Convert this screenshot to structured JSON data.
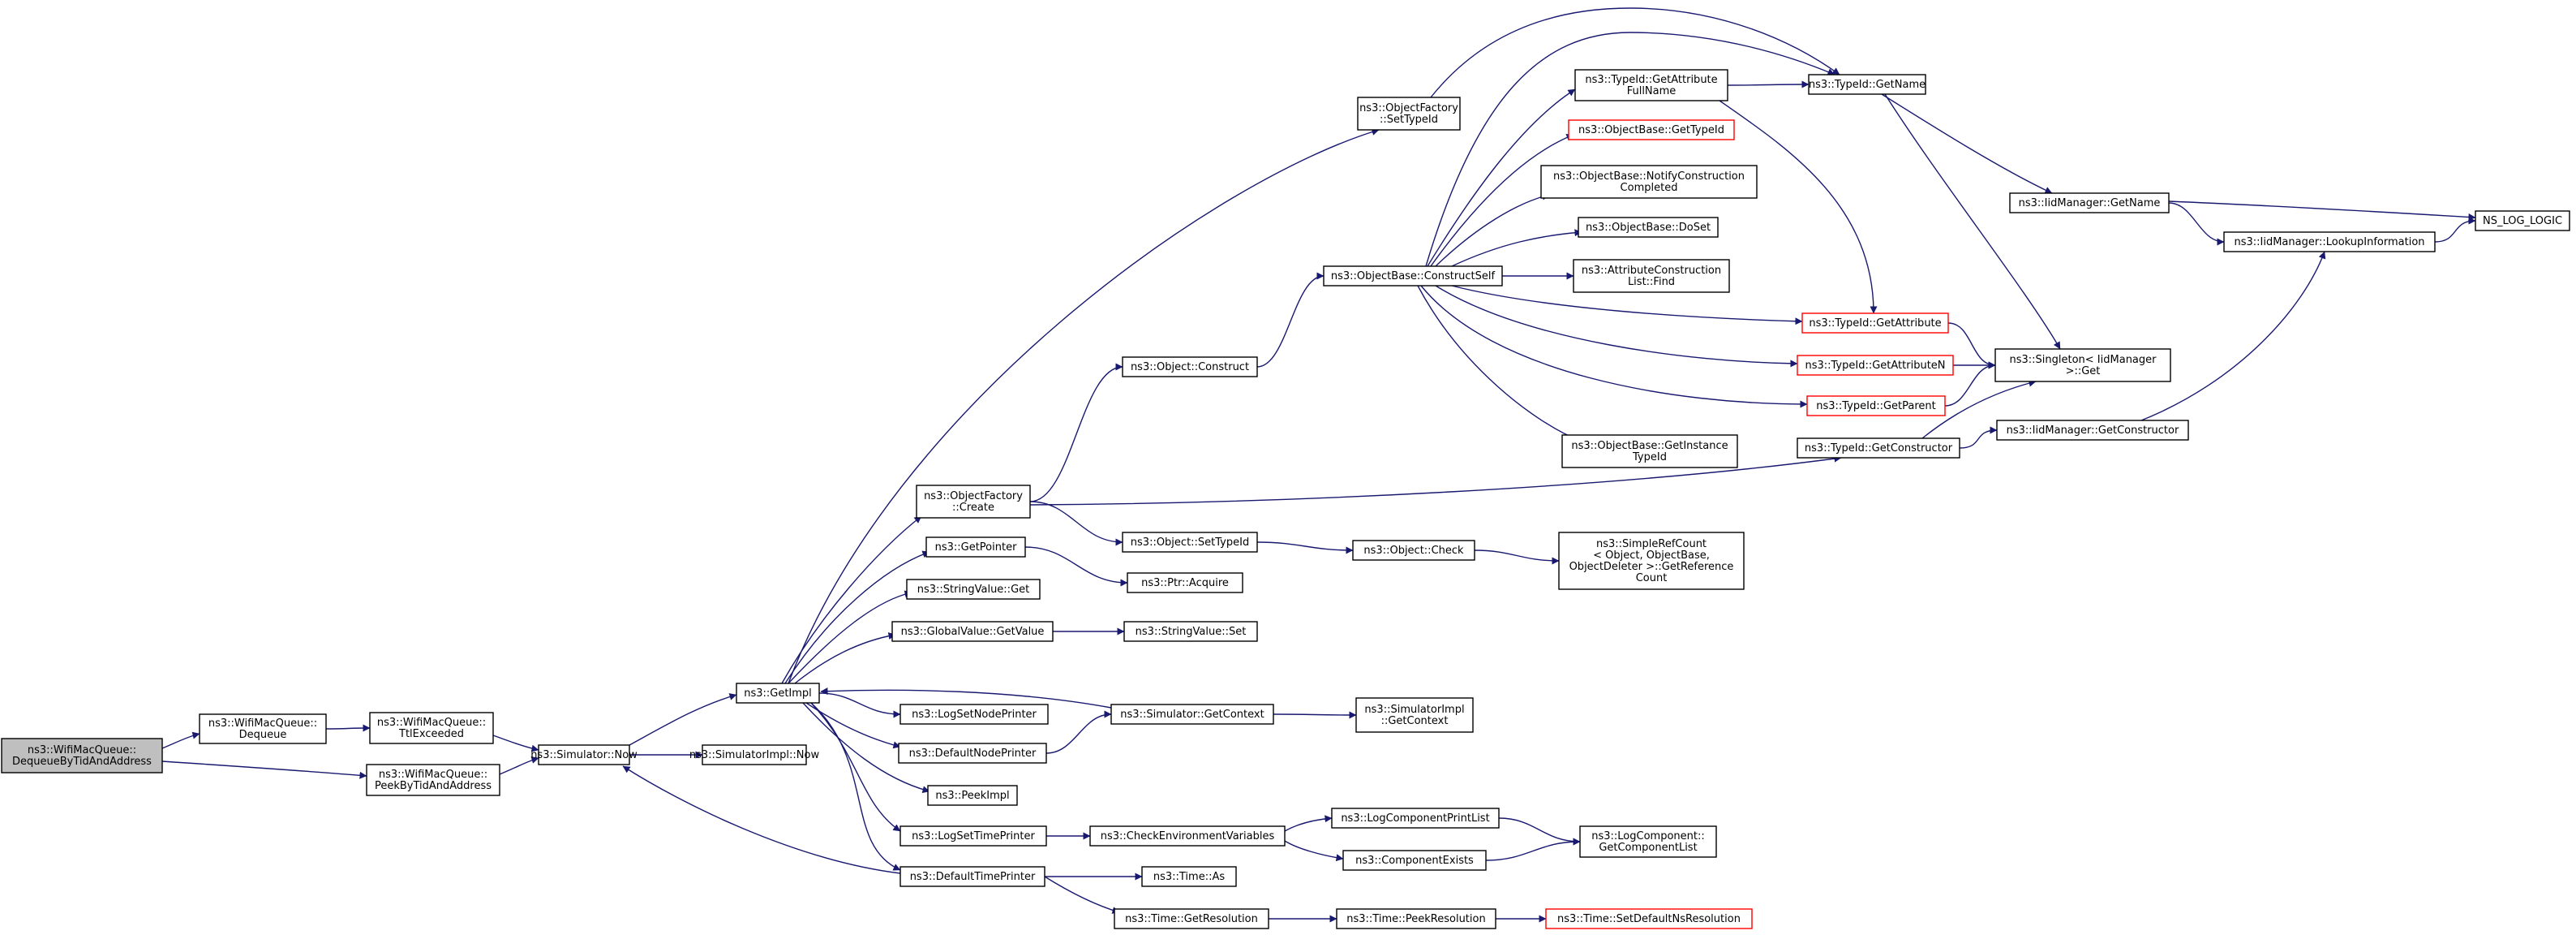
{
  "graph": {
    "edge_color": "#191970",
    "nodes": [
      {
        "id": "dequeue_by_tid",
        "lines": [
          "ns3::WifiMacQueue::",
          "DequeueByTidAndAddress"
        ],
        "root": true
      },
      {
        "id": "dequeue",
        "lines": [
          "ns3::WifiMacQueue::",
          "Dequeue"
        ]
      },
      {
        "id": "ttl_exceeded",
        "lines": [
          "ns3::WifiMacQueue::",
          "TtlExceeded"
        ]
      },
      {
        "id": "peek_by_tid",
        "lines": [
          "ns3::WifiMacQueue::",
          "PeekByTidAndAddress"
        ]
      },
      {
        "id": "sim_now",
        "lines": [
          "ns3::Simulator::Now"
        ]
      },
      {
        "id": "getimpl",
        "lines": [
          "ns3::GetImpl"
        ]
      },
      {
        "id": "simimpl_now",
        "lines": [
          "ns3::SimulatorImpl::Now"
        ]
      },
      {
        "id": "objfactory_settypeid",
        "lines": [
          "ns3::ObjectFactory",
          "::SetTypeId"
        ]
      },
      {
        "id": "objfactory_create",
        "lines": [
          "ns3::ObjectFactory",
          "::Create"
        ]
      },
      {
        "id": "getpointer",
        "lines": [
          "ns3::GetPointer"
        ]
      },
      {
        "id": "stringvalue_get",
        "lines": [
          "ns3::StringValue::Get"
        ]
      },
      {
        "id": "globalvalue_getvalue",
        "lines": [
          "ns3::GlobalValue::GetValue"
        ]
      },
      {
        "id": "logsetnodeprinter",
        "lines": [
          "ns3::LogSetNodePrinter"
        ]
      },
      {
        "id": "defaultnodeprinter",
        "lines": [
          "ns3::DefaultNodePrinter"
        ]
      },
      {
        "id": "peekimpl",
        "lines": [
          "ns3::PeekImpl"
        ]
      },
      {
        "id": "logsettimeprinter",
        "lines": [
          "ns3::LogSetTimePrinter"
        ]
      },
      {
        "id": "defaulttimeprinter",
        "lines": [
          "ns3::DefaultTimePrinter"
        ]
      },
      {
        "id": "object_construct",
        "lines": [
          "ns3::Object::Construct"
        ]
      },
      {
        "id": "object_settypeid",
        "lines": [
          "ns3::Object::SetTypeId"
        ]
      },
      {
        "id": "ptr_acquire",
        "lines": [
          "ns3::Ptr::Acquire"
        ]
      },
      {
        "id": "stringvalue_set",
        "lines": [
          "ns3::StringValue::Set"
        ]
      },
      {
        "id": "sim_getcontext",
        "lines": [
          "ns3::Simulator::GetContext"
        ]
      },
      {
        "id": "checkenv",
        "lines": [
          "ns3::CheckEnvironmentVariables"
        ]
      },
      {
        "id": "time_as",
        "lines": [
          "ns3::Time::As"
        ]
      },
      {
        "id": "time_getresolution",
        "lines": [
          "ns3::Time::GetResolution"
        ]
      },
      {
        "id": "objbase_constructself",
        "lines": [
          "ns3::ObjectBase::ConstructSelf"
        ]
      },
      {
        "id": "object_check",
        "lines": [
          "ns3::Object::Check"
        ]
      },
      {
        "id": "simimpl_getcontext",
        "lines": [
          "ns3::SimulatorImpl",
          "::GetContext"
        ]
      },
      {
        "id": "logcomponentprintlist",
        "lines": [
          "ns3::LogComponentPrintList"
        ]
      },
      {
        "id": "componentexists",
        "lines": [
          "ns3::ComponentExists"
        ]
      },
      {
        "id": "time_peekresolution",
        "lines": [
          "ns3::Time::PeekResolution"
        ]
      },
      {
        "id": "typeid_getattrfullname",
        "lines": [
          "ns3::TypeId::GetAttribute",
          "FullName"
        ]
      },
      {
        "id": "objbase_gettypeid",
        "lines": [
          "ns3::ObjectBase::GetTypeId"
        ],
        "red": true
      },
      {
        "id": "objbase_notify",
        "lines": [
          "ns3::ObjectBase::NotifyConstruction",
          "Completed"
        ]
      },
      {
        "id": "objbase_doset",
        "lines": [
          "ns3::ObjectBase::DoSet"
        ]
      },
      {
        "id": "attrconstr_find",
        "lines": [
          "ns3::AttributeConstruction",
          "List::Find"
        ]
      },
      {
        "id": "objbase_getinstance",
        "lines": [
          "ns3::ObjectBase::GetInstance",
          "TypeId"
        ]
      },
      {
        "id": "simplerefcount",
        "lines": [
          "ns3::SimpleRefCount",
          "< Object, ObjectBase,",
          "ObjectDeleter >::GetReference",
          "Count"
        ]
      },
      {
        "id": "logcomponent_getlist",
        "lines": [
          "ns3::LogComponent::",
          "GetComponentList"
        ]
      },
      {
        "id": "time_setdefaultns",
        "lines": [
          "ns3::Time::SetDefaultNsResolution"
        ],
        "red": true
      },
      {
        "id": "typeid_getname",
        "lines": [
          "ns3::TypeId::GetName"
        ]
      },
      {
        "id": "typeid_getattribute",
        "lines": [
          "ns3::TypeId::GetAttribute"
        ],
        "red": true
      },
      {
        "id": "typeid_getattributen",
        "lines": [
          "ns3::TypeId::GetAttributeN"
        ],
        "red": true
      },
      {
        "id": "typeid_getparent",
        "lines": [
          "ns3::TypeId::GetParent"
        ],
        "red": true
      },
      {
        "id": "typeid_getconstructor",
        "lines": [
          "ns3::TypeId::GetConstructor"
        ]
      },
      {
        "id": "iidmanager_getname",
        "lines": [
          "ns3::IidManager::GetName"
        ]
      },
      {
        "id": "singleton_get",
        "lines": [
          "ns3::Singleton< IidManager",
          ">::Get"
        ]
      },
      {
        "id": "iidmanager_getconstructor",
        "lines": [
          "ns3::IidManager::GetConstructor"
        ]
      },
      {
        "id": "iidmanager_lookup",
        "lines": [
          "ns3::IidManager::LookupInformation"
        ]
      },
      {
        "id": "ns_log_logic",
        "lines": [
          "NS_LOG_LOGIC"
        ]
      }
    ],
    "edges": [
      [
        "dequeue_by_tid",
        "dequeue"
      ],
      [
        "dequeue_by_tid",
        "peek_by_tid"
      ],
      [
        "dequeue",
        "ttl_exceeded"
      ],
      [
        "ttl_exceeded",
        "sim_now"
      ],
      [
        "peek_by_tid",
        "sim_now"
      ],
      [
        "sim_now",
        "getimpl"
      ],
      [
        "sim_now",
        "simimpl_now"
      ],
      [
        "getimpl",
        "objfactory_settypeid"
      ],
      [
        "getimpl",
        "objfactory_create"
      ],
      [
        "getimpl",
        "getpointer"
      ],
      [
        "getimpl",
        "stringvalue_get"
      ],
      [
        "getimpl",
        "globalvalue_getvalue"
      ],
      [
        "getimpl",
        "logsetnodeprinter"
      ],
      [
        "getimpl",
        "defaultnodeprinter"
      ],
      [
        "getimpl",
        "peekimpl"
      ],
      [
        "getimpl",
        "logsettimeprinter"
      ],
      [
        "getimpl",
        "defaulttimeprinter"
      ],
      [
        "objfactory_settypeid",
        "typeid_getname"
      ],
      [
        "objfactory_create",
        "object_construct"
      ],
      [
        "objfactory_create",
        "object_settypeid"
      ],
      [
        "objfactory_create",
        "typeid_getconstructor"
      ],
      [
        "object_construct",
        "objbase_constructself"
      ],
      [
        "object_settypeid",
        "object_check"
      ],
      [
        "getpointer",
        "ptr_acquire"
      ],
      [
        "globalvalue_getvalue",
        "stringvalue_set"
      ],
      [
        "defaultnodeprinter",
        "sim_getcontext"
      ],
      [
        "sim_getcontext",
        "getimpl"
      ],
      [
        "sim_getcontext",
        "simimpl_getcontext"
      ],
      [
        "logsettimeprinter",
        "checkenv"
      ],
      [
        "defaulttimeprinter",
        "sim_now"
      ],
      [
        "defaulttimeprinter",
        "time_as"
      ],
      [
        "defaulttimeprinter",
        "time_getresolution"
      ],
      [
        "checkenv",
        "logcomponentprintlist"
      ],
      [
        "checkenv",
        "componentexists"
      ],
      [
        "logcomponentprintlist",
        "logcomponent_getlist"
      ],
      [
        "componentexists",
        "logcomponent_getlist"
      ],
      [
        "time_getresolution",
        "time_peekresolution"
      ],
      [
        "time_peekresolution",
        "time_setdefaultns"
      ],
      [
        "object_check",
        "simplerefcount"
      ],
      [
        "objbase_constructself",
        "typeid_getname"
      ],
      [
        "objbase_constructself",
        "typeid_getattrfullname"
      ],
      [
        "objbase_constructself",
        "objbase_gettypeid"
      ],
      [
        "objbase_constructself",
        "objbase_notify"
      ],
      [
        "objbase_constructself",
        "objbase_doset"
      ],
      [
        "objbase_constructself",
        "attrconstr_find"
      ],
      [
        "objbase_constructself",
        "typeid_getattribute"
      ],
      [
        "objbase_constructself",
        "typeid_getattributen"
      ],
      [
        "objbase_constructself",
        "typeid_getparent"
      ],
      [
        "objbase_constructself",
        "objbase_getinstance"
      ],
      [
        "typeid_getattrfullname",
        "typeid_getname"
      ],
      [
        "typeid_getattrfullname",
        "typeid_getattribute"
      ],
      [
        "typeid_getname",
        "iidmanager_getname"
      ],
      [
        "typeid_getname",
        "singleton_get"
      ],
      [
        "typeid_getattribute",
        "singleton_get"
      ],
      [
        "typeid_getattributen",
        "singleton_get"
      ],
      [
        "typeid_getparent",
        "singleton_get"
      ],
      [
        "typeid_getconstructor",
        "singleton_get"
      ],
      [
        "typeid_getconstructor",
        "iidmanager_getconstructor"
      ],
      [
        "iidmanager_getname",
        "iidmanager_lookup"
      ],
      [
        "iidmanager_getname",
        "ns_log_logic"
      ],
      [
        "iidmanager_getconstructor",
        "iidmanager_lookup"
      ],
      [
        "iidmanager_lookup",
        "ns_log_logic"
      ]
    ]
  }
}
